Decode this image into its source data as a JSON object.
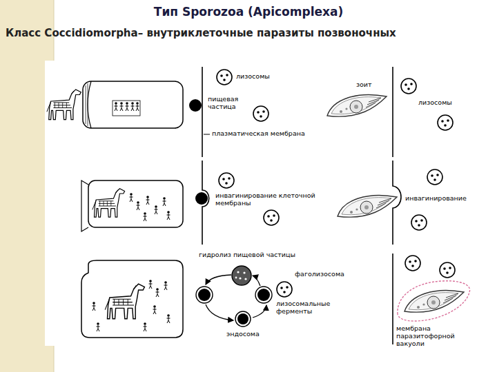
{
  "diagram": {
    "title": "Тип Sporozoa (Apicomplexa)",
    "labels": [
      "Класс Coccidiomorpha– внутриклеточные паразиты позвоночных",
      "лизосомы",
      "пищевая частица",
      "плазматическая мембрана",
      "зоит",
      "лизосомы",
      "инвагинирование клеточной мембраны",
      "инвагинирование",
      "гидролиз пищевой частицы",
      "фаголизосома",
      "лизосомальные ферменты",
      "эндосома",
      "мембрана паразитофорной вакуоли"
    ]
  }
}
